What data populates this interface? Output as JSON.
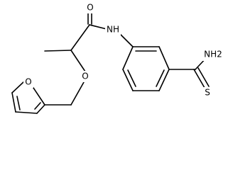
{
  "molecule": {
    "atoms": {
      "amide_oxygen": "O",
      "amide_nitrogen": "NH",
      "ether_oxygen": "O",
      "furan_oxygen": "O",
      "thioamide_amine": "NH2",
      "thioamide_sulfur": "S"
    }
  }
}
